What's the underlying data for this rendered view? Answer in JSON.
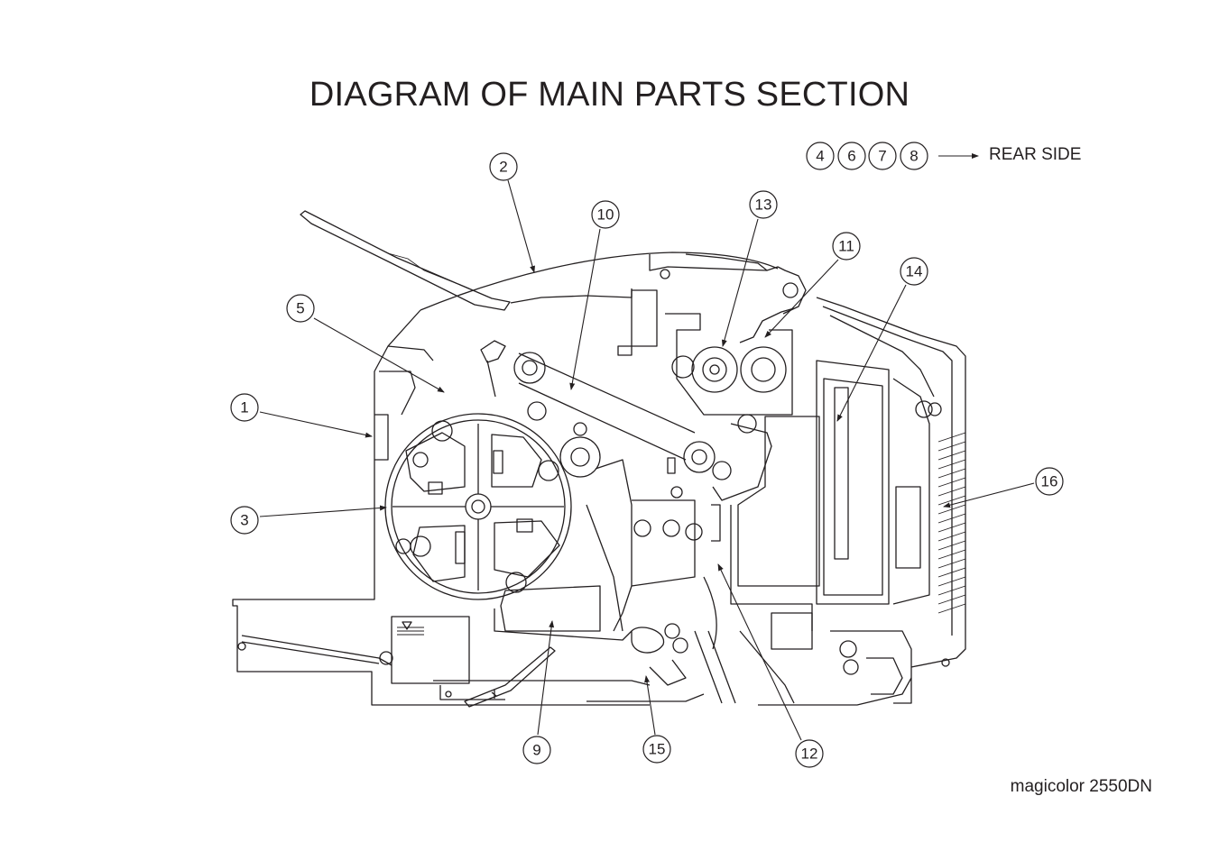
{
  "title": "DIAGRAM OF MAIN PARTS SECTION",
  "model": "magicolor 2550DN",
  "rear_side": {
    "numbers": [
      "4",
      "6",
      "7",
      "8"
    ],
    "label": "REAR SIDE"
  },
  "callouts": [
    "1",
    "2",
    "3",
    "5",
    "9",
    "10",
    "11",
    "12",
    "13",
    "14",
    "15",
    "16"
  ]
}
